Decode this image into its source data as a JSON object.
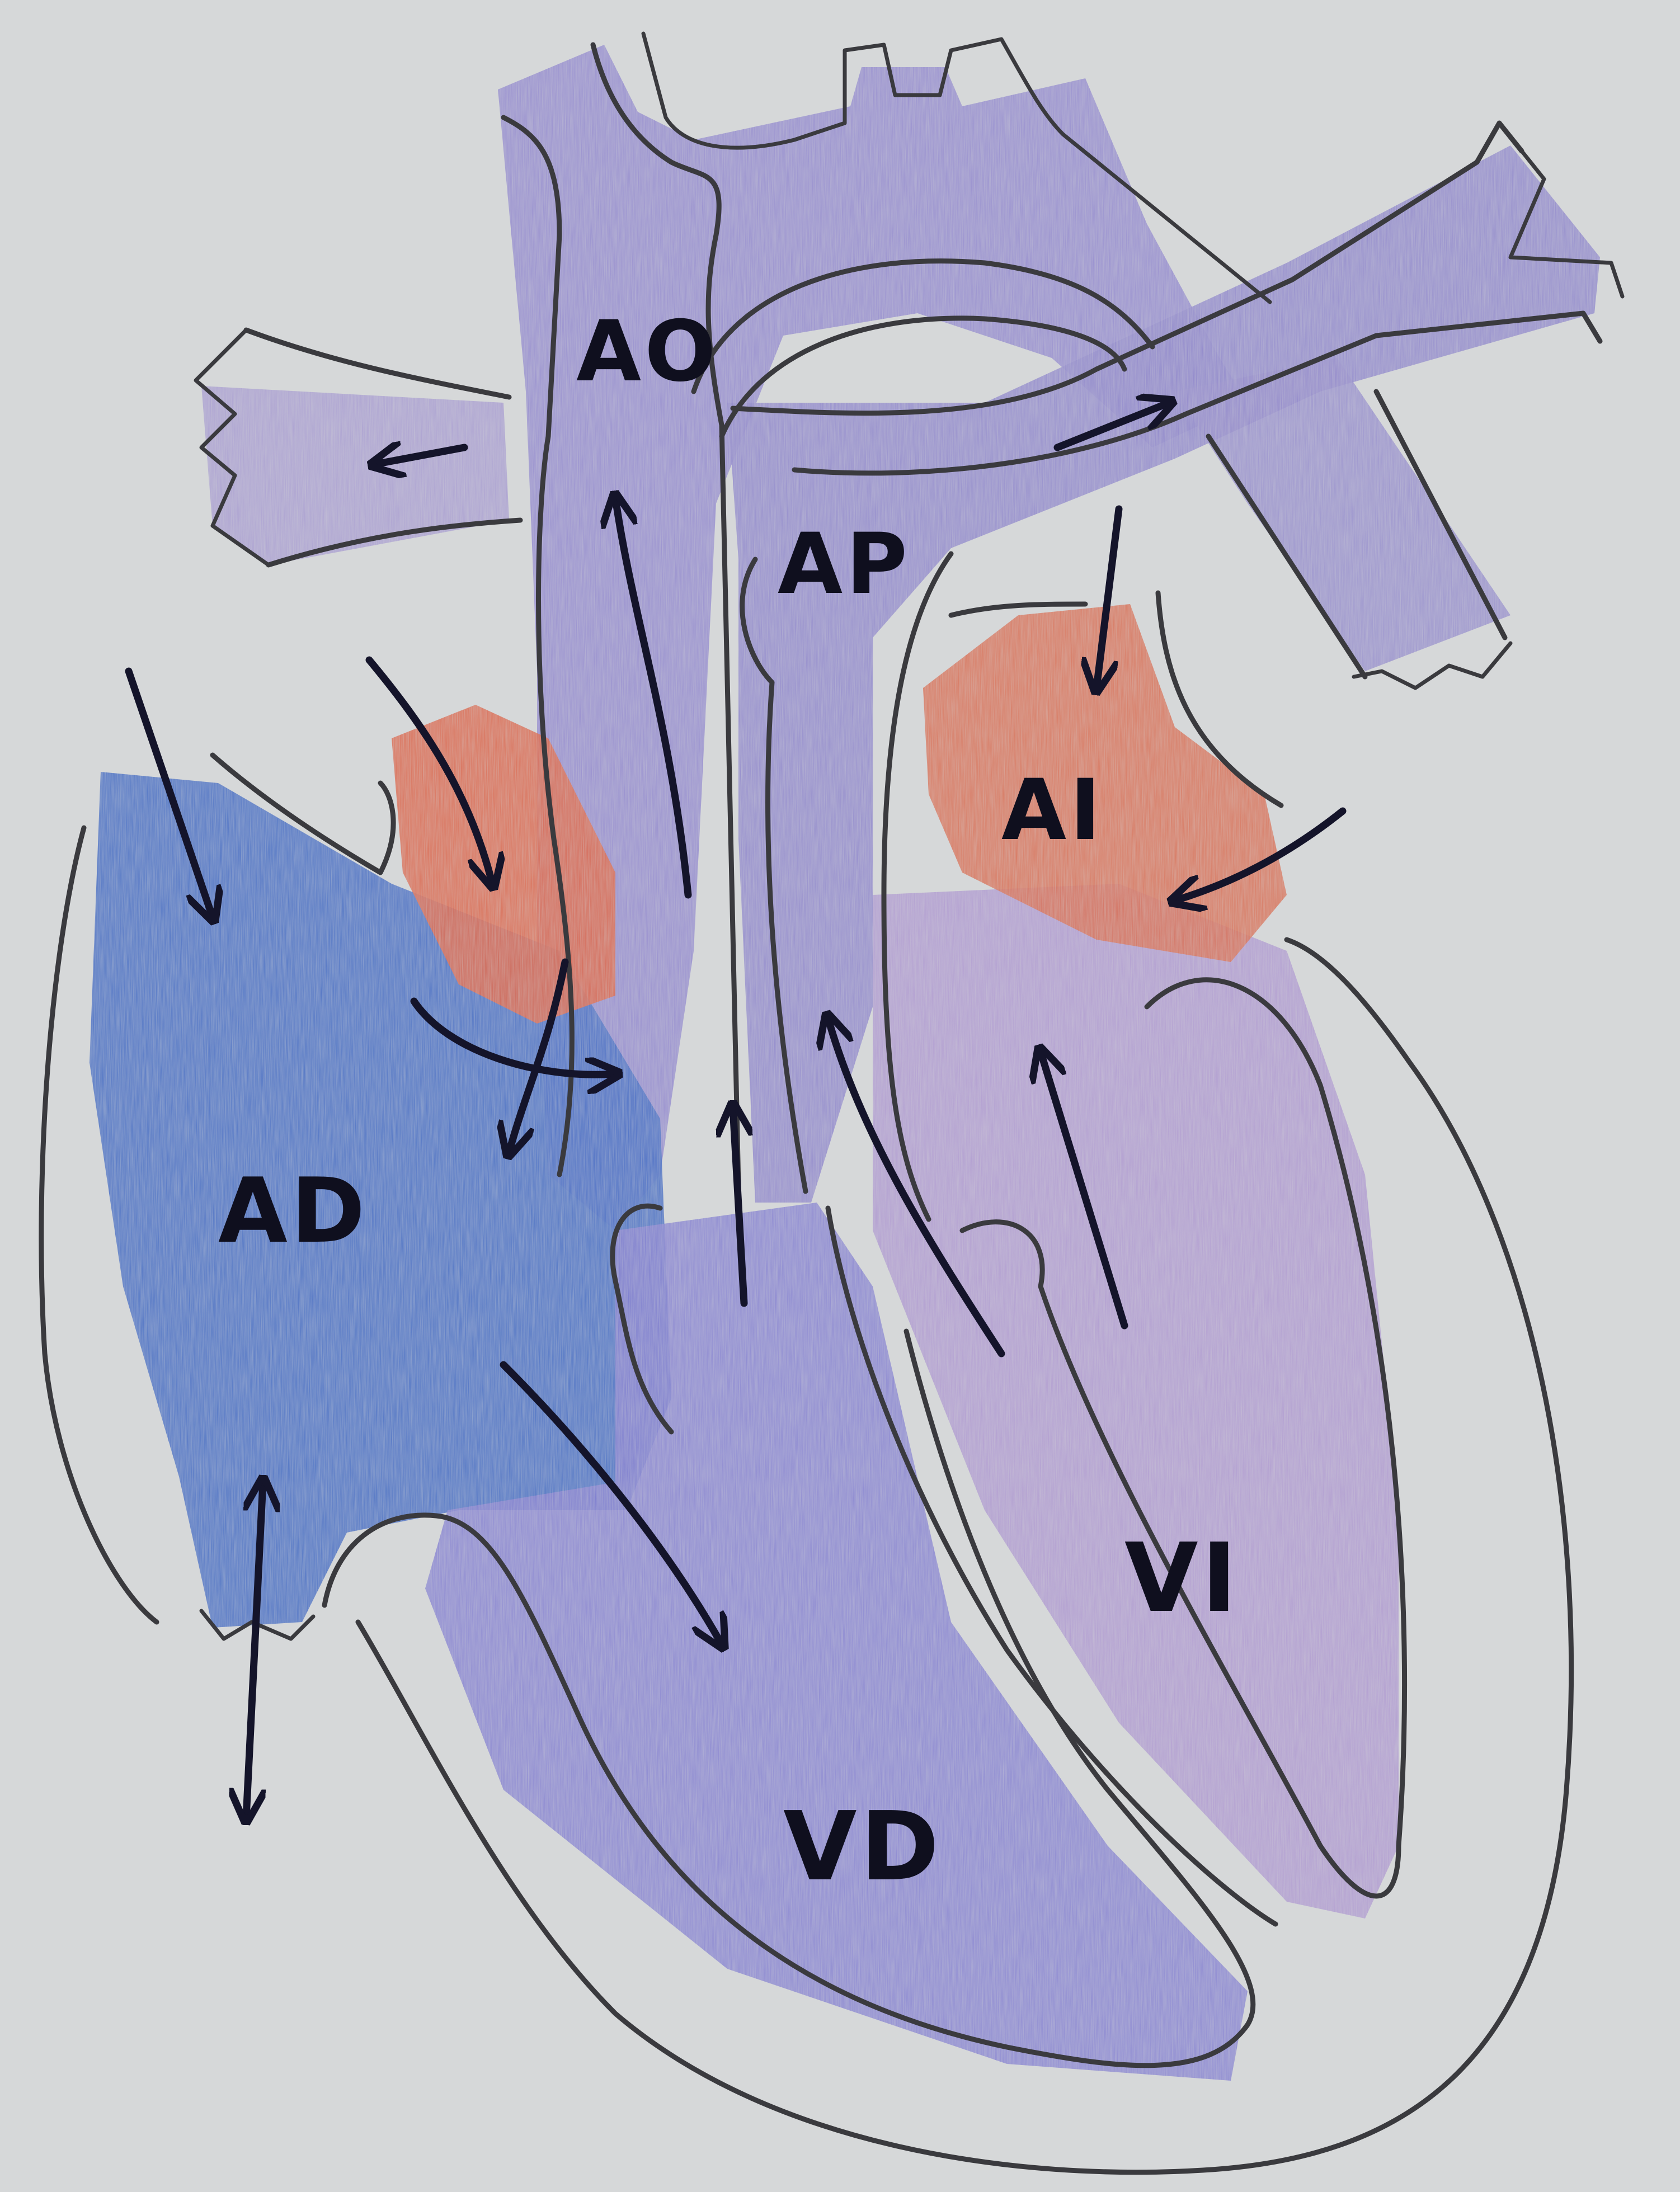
{
  "colors": {
    "background": "#d6d8d9",
    "deoxygenated_blue": "#3f67c2",
    "mixed_purple": "#8d84c8",
    "oxygenated_red": "#d9664a",
    "outline": "#3a3a3e",
    "arrow": "#14142a"
  },
  "labels": {
    "aorta": "AO",
    "pulmonary_artery": "AP",
    "left_atrium": "AI",
    "right_atrium": "AD",
    "right_ventricle": "VD",
    "left_ventricle": "VI"
  }
}
